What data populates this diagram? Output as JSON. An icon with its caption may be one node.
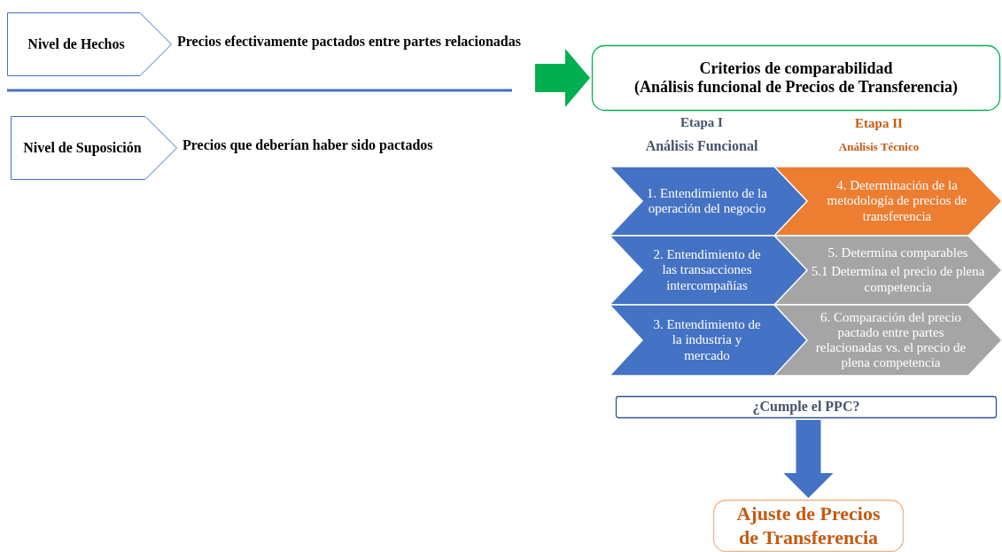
{
  "diagram": {
    "nodes": [
      {
        "text": [
          "Nivel de Hechos"
        ],
        "beside": [
          "Precios efectivamente pactados entre partes relacionadas"
        ]
      },
      {
        "text": [
          "Nivel de Suposición"
        ],
        "beside": [
          "Precios que deberían haber sido pactados"
        ]
      },
      {
        "text": [
          "Criterios de comparabilidad",
          "(Análisis funcional de Precios de Transferencia)"
        ]
      },
      {
        "text": [
          "1. Entendimiento de la operación del negocio"
        ]
      },
      {
        "text": [
          "4. Determinación de la metodología de precios de transferencia"
        ]
      },
      {
        "text": [
          "2. Entendimiento de las transacciones intercompañías"
        ]
      },
      {
        "text": [
          "5. Determina comparables",
          "5.1 Determina el precio de plena competencia"
        ]
      },
      {
        "text": [
          "3. Entendimiento de la industria y mercado"
        ]
      },
      {
        "text": [
          "6. Comparación del precio pactado entre partes relacionadas vs. el precio de plena competencia"
        ]
      },
      {
        "text": [
          "¿Cumple el PPC?"
        ]
      },
      {
        "text": [
          "Ajuste de Precios de Transferencia"
        ]
      }
    ],
    "edges": [
      {
        "from": null,
        "to": 2,
        "arrow": "to",
        "style": "thick",
        "color": "#00b050"
      },
      {
        "from": 9,
        "to": 10,
        "arrow": "to",
        "style": "thick",
        "color": "#4472c4"
      }
    ],
    "labels": [
      "Etapa I",
      "Etapa II",
      "Análisis Funcional",
      "Análisis Técnico"
    ]
  }
}
